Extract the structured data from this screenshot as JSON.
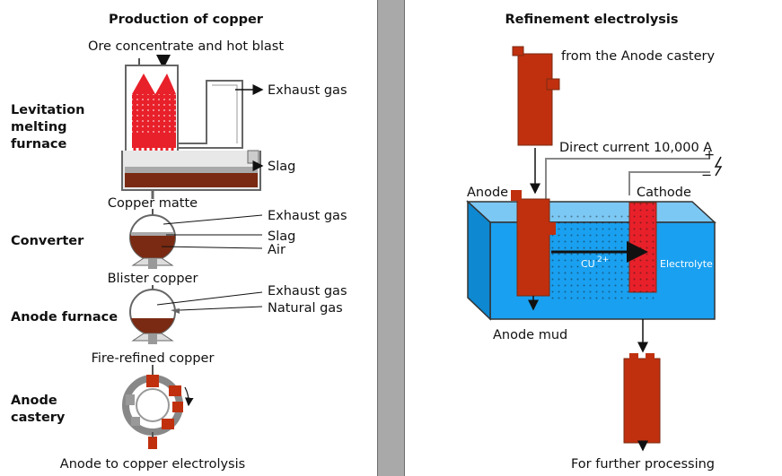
{
  "left": {
    "title": "Production of copper",
    "ore_label": "Ore concentrate and hot blast",
    "exhaust_gas_1": "Exhaust gas",
    "slag_1": "Slag",
    "copper_matte": "Copper matte",
    "exhaust_gas_2": "Exhaust gas",
    "slag_2": "Slag",
    "air": "Air",
    "blister_copper": "Blister copper",
    "exhaust_gas_3": "Exhaust gas",
    "natural_gas": "Natural gas",
    "fire_refined_copper": "Fire-refined copper",
    "anode_to_electrolysis": "Anode to copper electrolysis",
    "steps": {
      "levitation_1": "Levitation",
      "levitation_2": "melting",
      "levitation_3": "furnace",
      "converter": "Converter",
      "anode_furnace": "Anode furnace",
      "anode_castery_1": "Anode",
      "anode_castery_2": "castery"
    }
  },
  "right": {
    "title": "Refinement electrolysis",
    "from_castery": "from the Anode castery",
    "direct_current": "Direct current 10,000 A",
    "plus": "+",
    "minus": "−",
    "anode": "Anode",
    "cathode": "Cathode",
    "cu_ion": "CU",
    "cu_charge": "2+",
    "electrolyte": "Electrolyte",
    "anode_mud": "Anode mud",
    "further_processing": "For further processing"
  },
  "colors": {
    "copper": "#c0300e",
    "furnace_red": "#e8202a",
    "molten": "#7a2a12",
    "electrolyte_blue": "#1aa0f0",
    "panel_bg": "#ffffff",
    "page_bg": "#a9a9a9"
  }
}
